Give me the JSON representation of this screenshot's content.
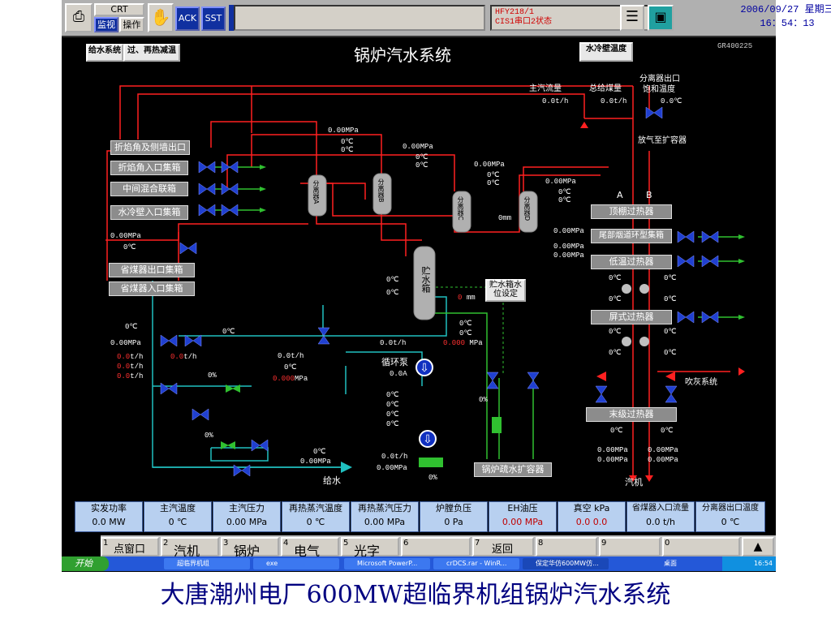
{
  "toolbar": {
    "crt": "CRT",
    "monitor": "监视",
    "operate": "操作",
    "ack": "ACK",
    "sst": "SST",
    "alarm_line1": "HFY218/1",
    "alarm_line2": "CIS1串口2状态",
    "date": "2006/09/27 星期三",
    "time": "16：54：13"
  },
  "diagram": {
    "title": "锅炉汽水系统",
    "code": "GR400225",
    "btn_feedwater": "给水系统",
    "btn_reheat": "过、再热减温",
    "btn_wall_temp": "水冷壁温度",
    "main_steam_flow_label": "主汽流量",
    "total_coal_label": "总给煤量",
    "separator_out_label1": "分离器出口",
    "separator_out_label2": "饱和温度",
    "main_steam_flow_val": "0.0t/h",
    "total_coal_val": "0.0t/h",
    "separator_temp_val": "0.0℃",
    "vent_label": "放气至扩容器",
    "boxes_left": [
      "折焰角及侧墙出口",
      "折焰角入口集箱",
      "中间混合联箱",
      "水冷壁入口集箱",
      "省煤器出口集箱",
      "省煤器入口集箱"
    ],
    "boxes_right": [
      "顶棚过热器",
      "尾部烟道环型集箱",
      "低温过热器",
      "屏式过热器",
      "末级过热器"
    ],
    "label_a": "A",
    "label_b": "B",
    "separators": [
      "分离器A",
      "分离器B",
      "分离器C",
      "分离器D"
    ],
    "storage_tank": "贮水箱",
    "storage_level_btn_1": "贮水箱水",
    "storage_level_btn_2": "位设定",
    "level_val": "0mm",
    "circ_pump": "循环泵",
    "soot_blow": "吹灰系统",
    "drain_tank": "锅炉疏水扩容器",
    "feedwater": "给水",
    "steam": "汽机",
    "mpa": "0.00MPa",
    "degc": "0℃",
    "th": "0.0t/h",
    "pct": "0%",
    "amp": "0.0A",
    "red_th": "0.0",
    "red_th_unit": "t/h",
    "red_mpa": "0.000",
    "red_mpa_unit": "MPa",
    "level_red": "0",
    "level_unit": "mm",
    "sep_level": "0mm",
    "mw_pa": "0.00MPa"
  },
  "status": [
    {
      "label": "实发功率",
      "value": "0.0 MW"
    },
    {
      "label": "主汽温度",
      "value": "0 ℃"
    },
    {
      "label": "主汽压力",
      "value": "0.00 MPa"
    },
    {
      "label": "再热蒸汽温度",
      "value": "0 ℃"
    },
    {
      "label": "再热蒸汽压力",
      "value": "0.00 MPa"
    },
    {
      "label": "炉膛负压",
      "value": "0 Pa"
    },
    {
      "label": "EH油压",
      "value": "0.00 MPa"
    },
    {
      "label": "真空 kPa",
      "value": "0.0  0.0"
    },
    {
      "label": "省煤器入口流量",
      "value": "0.0 t/h"
    },
    {
      "label": "分离器出口温度",
      "value": "0 ℃"
    }
  ],
  "fkeys": [
    {
      "n": "1",
      "l": "点窗口"
    },
    {
      "n": "2",
      "l": "汽机"
    },
    {
      "n": "3",
      "l": "锅炉"
    },
    {
      "n": "4",
      "l": "电气"
    },
    {
      "n": "5",
      "l": "光字"
    },
    {
      "n": "6",
      "l": ""
    },
    {
      "n": "7",
      "l": "返回"
    },
    {
      "n": "8",
      "l": ""
    },
    {
      "n": "9",
      "l": ""
    },
    {
      "n": "0",
      "l": ""
    }
  ],
  "taskbar": {
    "start": "开始",
    "tasks": [
      "超临界机组",
      "exe",
      "Microsoft PowerP...",
      "crDCS.rar - WinR...",
      "保定华仿600MW仿..."
    ],
    "desktop": "桌面",
    "clock": "16:54"
  },
  "caption": "大唐潮州电厂600MW超临界机组锅炉汽水系统",
  "colors": {
    "steam_line": "#ff2020",
    "water_line": "#20c0c0",
    "green_line": "#30c030",
    "valve": "#1030c0"
  }
}
